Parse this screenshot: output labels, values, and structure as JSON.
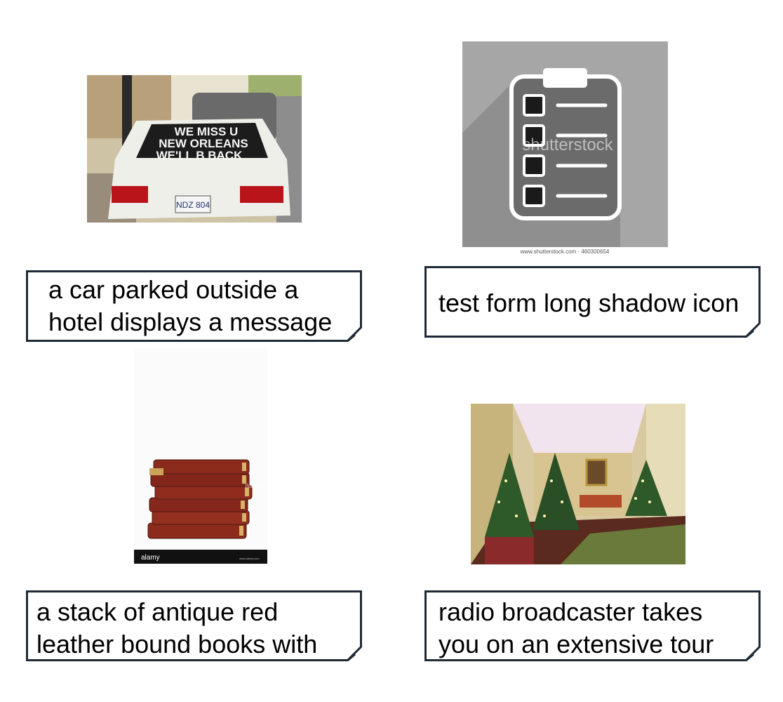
{
  "panels": [
    {
      "image": {
        "alt": "car with painted rear window parked on street",
        "window_lines": [
          "WE MISS U",
          "NEW ORLEANS",
          "WE'LL B BACK"
        ],
        "plate": "NDZ 804"
      },
      "caption_lines": [
        "a car parked outside a",
        "hotel displays a message"
      ]
    },
    {
      "image": {
        "alt": "clipboard checklist long shadow icon",
        "watermark": "shutterstock",
        "credit": "www.shutterstock.com · 460300654"
      },
      "caption_lines": [
        "test form long shadow icon"
      ]
    },
    {
      "image": {
        "alt": "stack of antique red leather bound books",
        "watermark": "alamy",
        "footer_brand": "alamy",
        "footer_small": "www.alamy.com"
      },
      "caption_lines": [
        "a stack of antique red",
        "leather bound books with"
      ]
    },
    {
      "image": {
        "alt": "decorated hall with christmas trees"
      },
      "caption_lines": [
        "radio broadcaster takes",
        "you on an extensive tour"
      ]
    }
  ],
  "colors": {
    "caption_border": "#1e2b36",
    "icon_bg": "#a6a6a6",
    "icon_shadow": "#8a8a8a",
    "book_red": "#8c2a1c"
  }
}
